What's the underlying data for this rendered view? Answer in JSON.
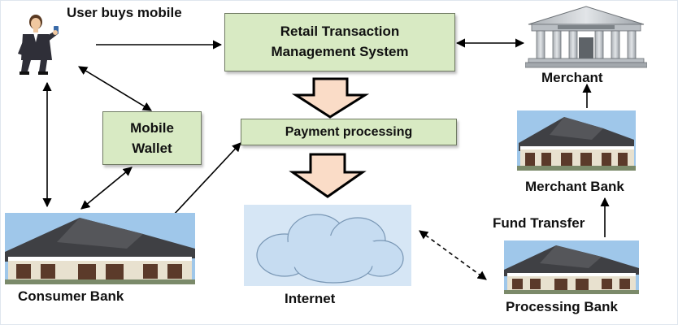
{
  "labels": {
    "user_buys": "User buys mobile",
    "merchant": "Merchant",
    "mobile_wallet_line1": "Mobile",
    "mobile_wallet_line2": "Wallet",
    "merchant_bank": "Merchant Bank",
    "fund_transfer": "Fund Transfer",
    "consumer_bank": "Consumer Bank",
    "internet": "Internet",
    "processing_bank": "Processing Bank"
  },
  "boxes": {
    "rtms_line1": "Retail Transaction",
    "rtms_line2": "Management System",
    "payment_processing": "Payment processing"
  },
  "icons": {
    "user": "businesswoman-with-phone-icon",
    "merchant": "bank-building-icon",
    "bank": "bank-house-icon",
    "internet": "cloud-icon"
  },
  "colors": {
    "box_fill": "#d8eac3",
    "block_arrow_fill": "#fadcc7",
    "cloud_fill": "#c6dcf1"
  }
}
